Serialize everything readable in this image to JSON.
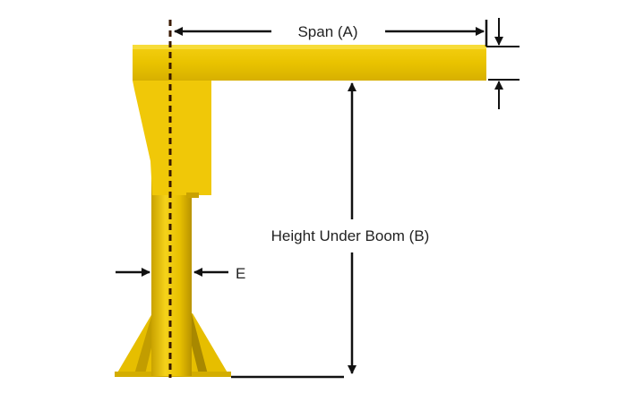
{
  "title": "Jib crane dimensions",
  "labels": {
    "span": "Span (A)",
    "height": "Height Under Boom (B)",
    "column_width": "E"
  },
  "colors": {
    "steel": "#f2c80f",
    "steel_shadow": "#c9a000",
    "ink": "#111111"
  }
}
